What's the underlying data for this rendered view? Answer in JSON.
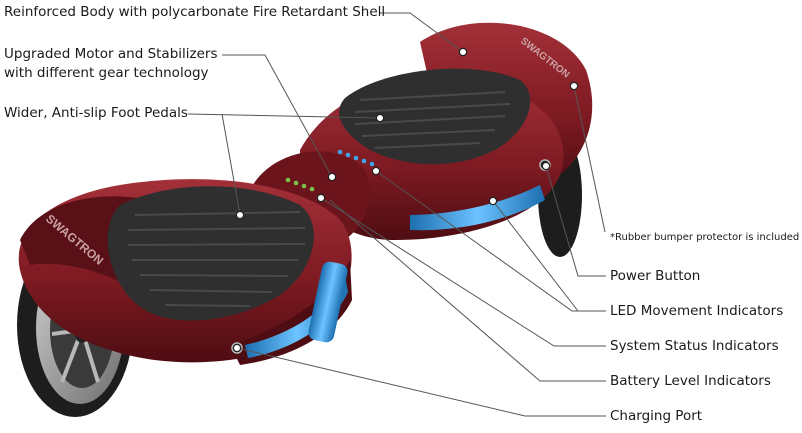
{
  "labels": {
    "shell": "Reinforced Body with polycarbonate Fire Retardant Shell",
    "motor_line1": "Upgraded Motor and Stabilizers",
    "motor_line2": "with different gear technology",
    "pedals": "Wider, Anti-slip Foot Pedals",
    "bumper_note": "*Rubber bumper protector is included",
    "power": "Power Button",
    "led": "LED Movement Indicators",
    "system": "System Status Indicators",
    "battery": "Battery Level Indicators",
    "charging": "Charging Port"
  },
  "brand_text": "SWAGTRON",
  "colors": {
    "body": "#7e1a22",
    "body_dark": "#4e0d12",
    "body_light": "#a33038",
    "pad": "#2f2f2f",
    "tire": "#1d1d1d",
    "rim": "#9a9a9a",
    "led_blue": "#3fa3e8",
    "led_green": "#7cc04a",
    "callout_line": "#555555"
  }
}
